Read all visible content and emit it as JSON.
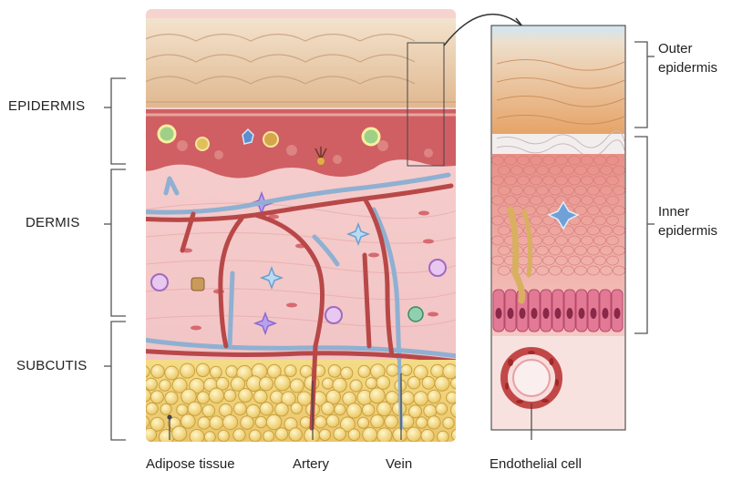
{
  "layers": {
    "epidermis": "EPIDERMIS",
    "dermis": "DERMIS",
    "subcutis": "SUBCUTIS"
  },
  "inset_layers": {
    "outer": [
      "Outer",
      "epidermis"
    ],
    "inner": [
      "Inner",
      "epidermis"
    ]
  },
  "structures": {
    "adipose": "Adipose tissue",
    "artery": "Artery",
    "vein": "Vein",
    "endothelial": "Endothelial cell"
  },
  "colors": {
    "epidermis_top": "#e9cfae",
    "epidermis_red": "#c8555a",
    "dermis_pink": "#f4c6c6",
    "adipose_yellow": "#f2d67a",
    "artery_red": "#b83a3a",
    "vein_blue": "#7fa3c8",
    "label_text": "#222222"
  }
}
